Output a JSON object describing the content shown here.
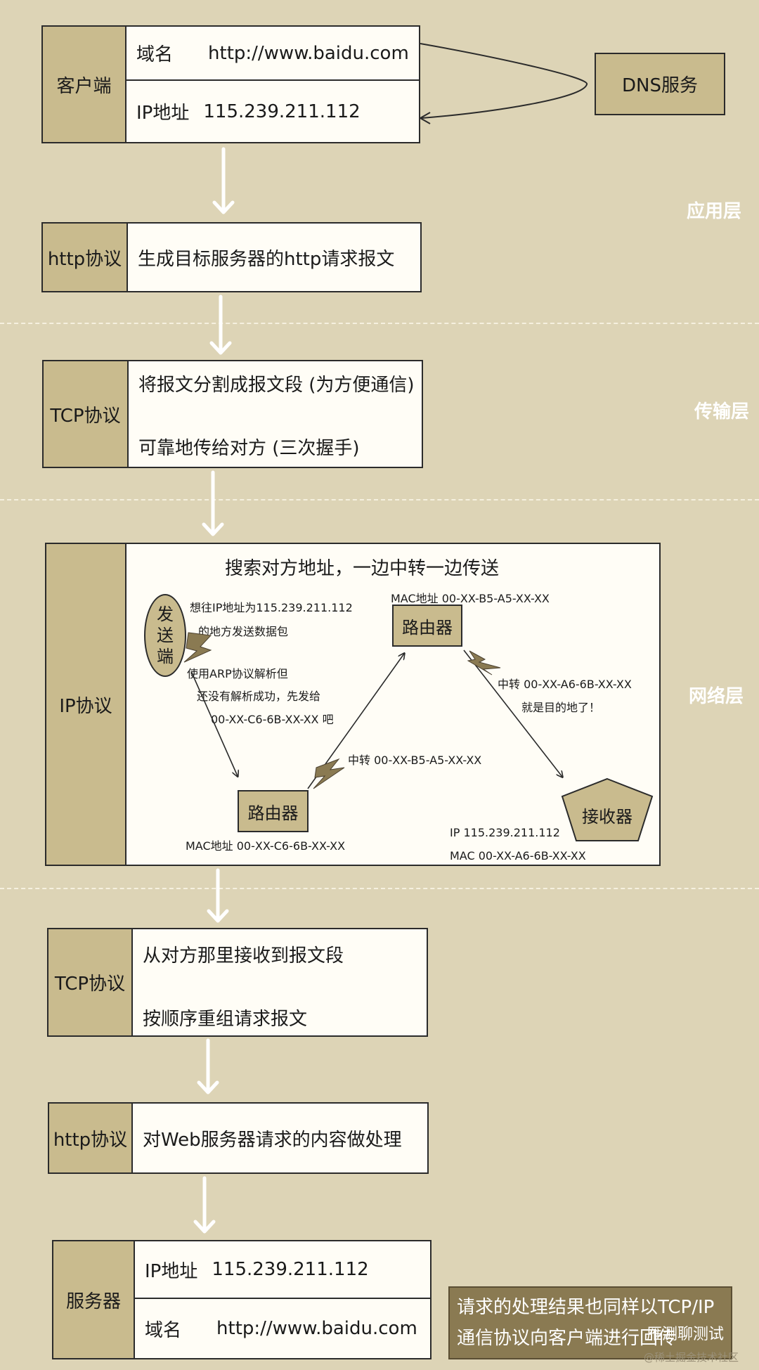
{
  "client": {
    "label": "客户端",
    "domain_label": "域名",
    "domain_value": "http://www.baidu.com",
    "ip_label": "IP地址",
    "ip_value": "115.239.211.112"
  },
  "dns": {
    "label": "DNS服务"
  },
  "layers": {
    "application": "应用层",
    "transport": "传输层",
    "network": "网络层"
  },
  "http_send": {
    "label": "http协议",
    "text": "生成目标服务器的http请求报文"
  },
  "tcp_send": {
    "label": "TCP协议",
    "line1": "将报文分割成报文段 (为方便通信)",
    "line2": "可靠地传给对方 (三次握手)"
  },
  "ip": {
    "label": "IP协议",
    "title": "搜索对方地址，一边中转一边传送",
    "sender": [
      "发",
      "送",
      "端"
    ],
    "sender_note1": "想往IP地址为115.239.211.112",
    "sender_note2": "的地方发送数据包",
    "arp_note1": "使用ARP协议解析但",
    "arp_note2": "还没有解析成功，先发给",
    "arp_note3": "00-XX-C6-6B-XX-XX 吧",
    "router1": "路由器",
    "router1_mac": "MAC地址 00-XX-C6-6B-XX-XX",
    "relay1": "中转 00-XX-B5-A5-XX-XX",
    "router2": "路由器",
    "router2_mac": "MAC地址 00-XX-B5-A5-XX-XX",
    "relay2_line1": "中转 00-XX-A6-6B-XX-XX",
    "relay2_line2": "就是目的地了！",
    "receiver": "接收器",
    "receiver_ip": "IP   115.239.211.112",
    "receiver_mac": "MAC   00-XX-A6-6B-XX-XX"
  },
  "tcp_recv": {
    "label": "TCP协议",
    "line1": "从对方那里接收到报文段",
    "line2": "按顺序重组请求报文"
  },
  "http_recv": {
    "label": "http协议",
    "text": "对Web服务器请求的内容做处理"
  },
  "server": {
    "label": "服务器",
    "ip_label": "IP地址",
    "ip_value": "115.239.211.112",
    "domain_label": "域名",
    "domain_value": "http://www.baidu.com"
  },
  "note": {
    "line1": "请求的处理结果也同样以TCP/IP",
    "line2": "通信协议向客户端进行回传"
  },
  "watermark": {
    "line1": "雁测聊测试",
    "line2": "@稀土掘金技术社区"
  },
  "colors": {
    "background": "#ddd4b6",
    "label_fill": "#c9bb8e",
    "note_fill": "#8a7a52"
  }
}
